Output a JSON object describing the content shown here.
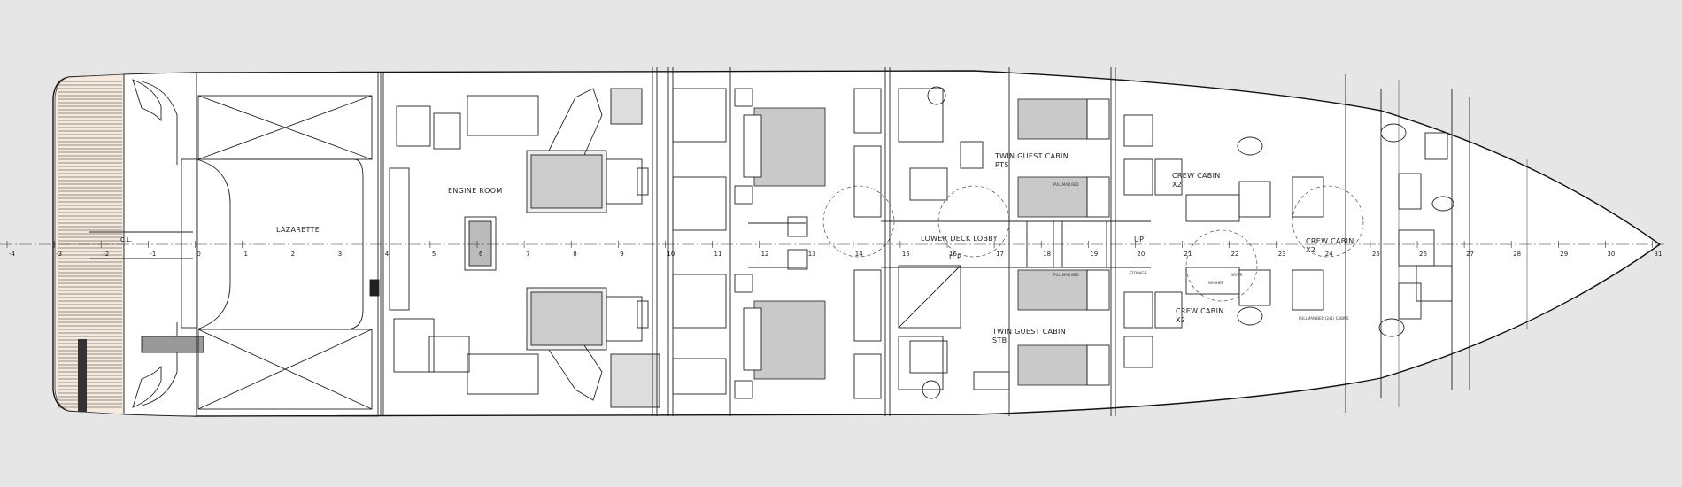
{
  "labels": {
    "lazarette": "LAZARETTE",
    "engine_room": "ENGINE ROOM",
    "lower_deck_lobby": "LOWER DECK LOBBY",
    "up_1": "U P",
    "up_2": "UP",
    "twin_pts_1": "TWIN GUEST CABIN",
    "twin_pts_2": "PTS",
    "twin_stb_1": "TWIN GUEST CABIN",
    "twin_stb_2": "STB",
    "crew_cabin_1_a": "CREW CABIN",
    "crew_cabin_1_b": "X2",
    "crew_cabin_2_a": "CREW CABIN",
    "crew_cabin_2_b": "X2",
    "crew_cabin_3_a": "CREW CABIN",
    "crew_cabin_3_b": "X2",
    "cl": "C.L.",
    "pullman_1": "PULLMAN BED",
    "pullman_2": "PULLMAN BED",
    "pullman_3": "PULLMAN BED (2x1) CABINE",
    "storage": "STORAGE",
    "washer": "WASHER",
    "dryer": "DRYER"
  },
  "frame_numbers": [
    "-4",
    "-3",
    "-2",
    "-1",
    "0",
    "1",
    "2",
    "3",
    "4",
    "5",
    "6",
    "7",
    "8",
    "9",
    "10",
    "11",
    "12",
    "13",
    "14",
    "15",
    "16",
    "17",
    "18",
    "19",
    "20",
    "21",
    "22",
    "23",
    "24",
    "25",
    "26",
    "27",
    "28",
    "29",
    "30",
    "31"
  ],
  "colors": {
    "background": "#e6e6e6",
    "hull_fill": "#ffffff",
    "bed_fill": "#c9c9c9",
    "deck_fill": "#f4e9dc"
  }
}
